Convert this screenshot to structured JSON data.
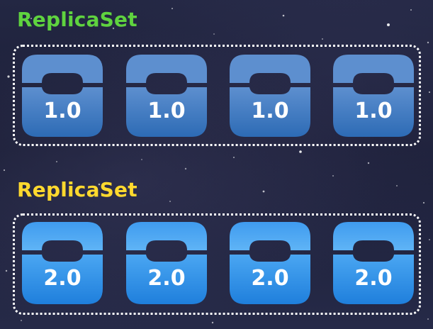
{
  "groups": [
    {
      "title": "ReplicaSet",
      "title_color": "#5fd33f",
      "pod_style": "faded-blue",
      "pods": [
        "1.0",
        "1.0",
        "1.0",
        "1.0"
      ]
    },
    {
      "title": "ReplicaSet",
      "title_color": "#ffd92e",
      "pod_style": "bright-blue",
      "pods": [
        "2.0",
        "2.0",
        "2.0",
        "2.0"
      ]
    }
  ],
  "icons": {
    "pod": "pod-icon"
  }
}
